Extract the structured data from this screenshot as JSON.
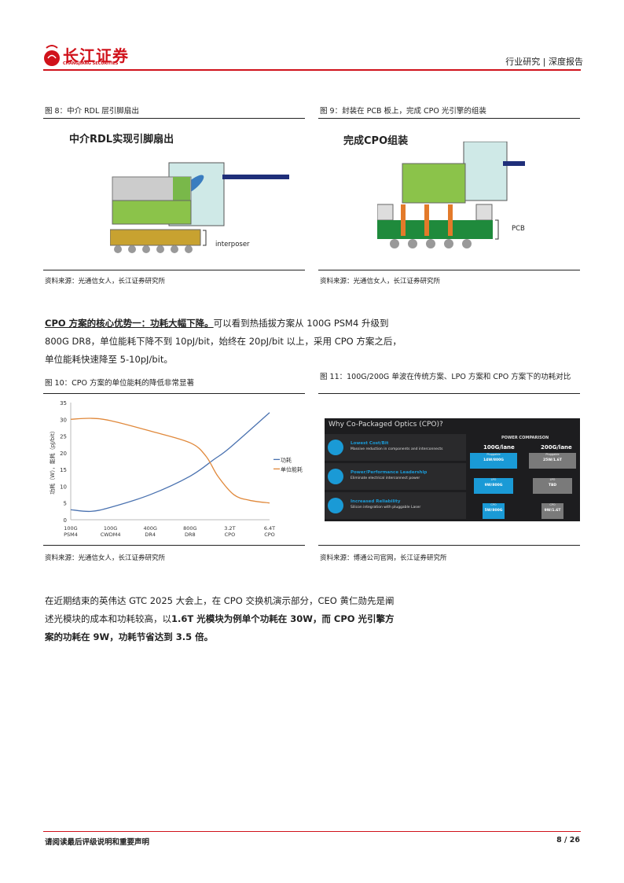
{
  "header": {
    "logo_cn": "长江证券",
    "logo_en": "CHANGJIANG SECURITIES",
    "right": "行业研究 | 深度报告"
  },
  "fig8": {
    "caption": "图 8：中介 RDL 层引脚扇出",
    "title": "中介RDL实现引脚扇出",
    "label": "interposer",
    "source": "资料来源：光通信女人，长江证券研究所"
  },
  "fig9": {
    "caption": "图 9：封装在 PCB 板上，完成 CPO 光引擎的组装",
    "title": "完成CPO组装",
    "label": "PCB",
    "source": "资料来源：光通信女人，长江证券研究所"
  },
  "para1": {
    "bold": "CPO 方案的核心优势一：功耗大幅下降。",
    "text1": "可以看到热插拔方案从 100G PSM4 升级到",
    "text2": "800G DR8，单位能耗下降不到 10pJ/bit，始终在 20pJ/bit 以上，采用 CPO 方案之后，",
    "text3": "单位能耗快速降至 5-10pJ/bit。"
  },
  "fig10": {
    "caption": "图 10：CPO 方案的单位能耗的降低非常显著",
    "source": "资料来源：光通信女人，长江证券研究所"
  },
  "chart_data": {
    "type": "line",
    "title": "",
    "ylabel": "功耗（W），能耗（pJ/bit）",
    "ylim": [
      0,
      35
    ],
    "yticks": [
      0,
      5,
      10,
      15,
      20,
      25,
      30,
      35
    ],
    "categories": [
      [
        "100G",
        "PSM4"
      ],
      [
        "100G",
        "CWDM4"
      ],
      [
        "400G",
        "DR4"
      ],
      [
        "800G",
        "DR8"
      ],
      [
        "3.2T",
        "CPO"
      ],
      [
        "6.4T",
        "CPO"
      ]
    ],
    "legend_position": "right",
    "series": [
      {
        "name": "功耗",
        "color": "#4a72b0",
        "points": [
          [
            0,
            3
          ],
          [
            0.5,
            2.5
          ],
          [
            1,
            3.7
          ],
          [
            2,
            7.5
          ],
          [
            3,
            13
          ],
          [
            3.6,
            18
          ],
          [
            4,
            21.5
          ],
          [
            5,
            32
          ]
        ]
      },
      {
        "name": "单位能耗",
        "color": "#e0883a",
        "points": [
          [
            0,
            30
          ],
          [
            0.5,
            30.3
          ],
          [
            1,
            29.6
          ],
          [
            2,
            26.5
          ],
          [
            3,
            23
          ],
          [
            3.4,
            19
          ],
          [
            3.7,
            13
          ],
          [
            4.1,
            7.5
          ],
          [
            4.5,
            5.8
          ],
          [
            5,
            5
          ]
        ]
      }
    ]
  },
  "fig11": {
    "caption": "图 11：100G/200G 单波在传统方案、LPO 方案和 CPO 方案下的功耗对比",
    "source": "资料来源：博通公司官网，长江证券研究所",
    "title": "Why Co-Packaged Optics (CPO)?",
    "items": [
      {
        "head": "Lowest Cost/Bit",
        "desc": "Massive reduction in components and interconnects"
      },
      {
        "head": "Power/Performance Leadership",
        "desc": "Eliminate electrical interconnect power"
      },
      {
        "head": "Increased Reliability",
        "desc": "Silicon integration with pluggable Laser"
      }
    ],
    "comparison": "POWER COMPARISON",
    "col1": "100G/lane",
    "col2": "200G/lane",
    "c1": [
      [
        "Pluggable",
        "14W/800G"
      ],
      [
        "LPO",
        "9W/800G"
      ],
      [
        "CPO",
        "5W/800G"
      ]
    ],
    "c2": [
      [
        "Pluggable",
        "25W/1.6T"
      ],
      [
        "LPO",
        "TBD"
      ],
      [
        "CPO",
        "9W/1.6T"
      ]
    ]
  },
  "para2": {
    "t1": "在近期结束的英伟达 GTC 2025 大会上，在 CPO 交换机演示部分，CEO 黄仁勋先是阐",
    "t2": "述光模块的成本和功耗较高，以",
    "b2": "1.6T 光模块为例单个功耗在 30W，而 CPO 光引擎方",
    "b3": "案的功耗在 9W，功耗节省达到 3.5 倍。"
  },
  "footer": {
    "left": "请阅读最后评级说明和重要声明",
    "right": "8 / 26"
  }
}
